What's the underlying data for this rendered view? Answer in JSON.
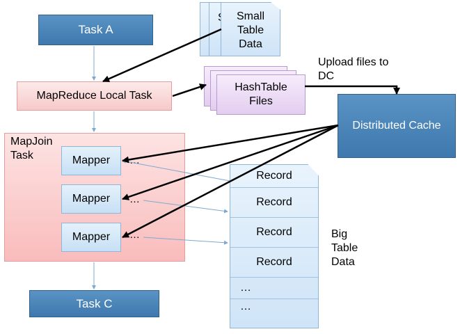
{
  "task_a": "Task A",
  "task_c": "Task C",
  "local_task": "MapReduce Local Task",
  "small_table": [
    "Small",
    "Table",
    "Data"
  ],
  "small_table_back": "S",
  "hashtable": [
    "HashTable",
    "Files"
  ],
  "upload": [
    "Upload files to",
    "DC"
  ],
  "distributed_cache": "Distributed Cache",
  "mapjoin": [
    "MapJoin",
    "Task"
  ],
  "mappers": [
    "Mapper",
    "Mapper",
    "Mapper"
  ],
  "mapper_dots": "…",
  "records": [
    "Record",
    "Record",
    "Record",
    "Record",
    "…",
    "…"
  ],
  "big_table": [
    "Big",
    "Table",
    "Data"
  ],
  "colors": {
    "blue_box": "#3e78ad",
    "pink_box": "#f7c9c9",
    "mapper": "#c7e0f5",
    "doc_purple": "#e3cdf0",
    "thin_arrow": "#7fa8cf"
  }
}
